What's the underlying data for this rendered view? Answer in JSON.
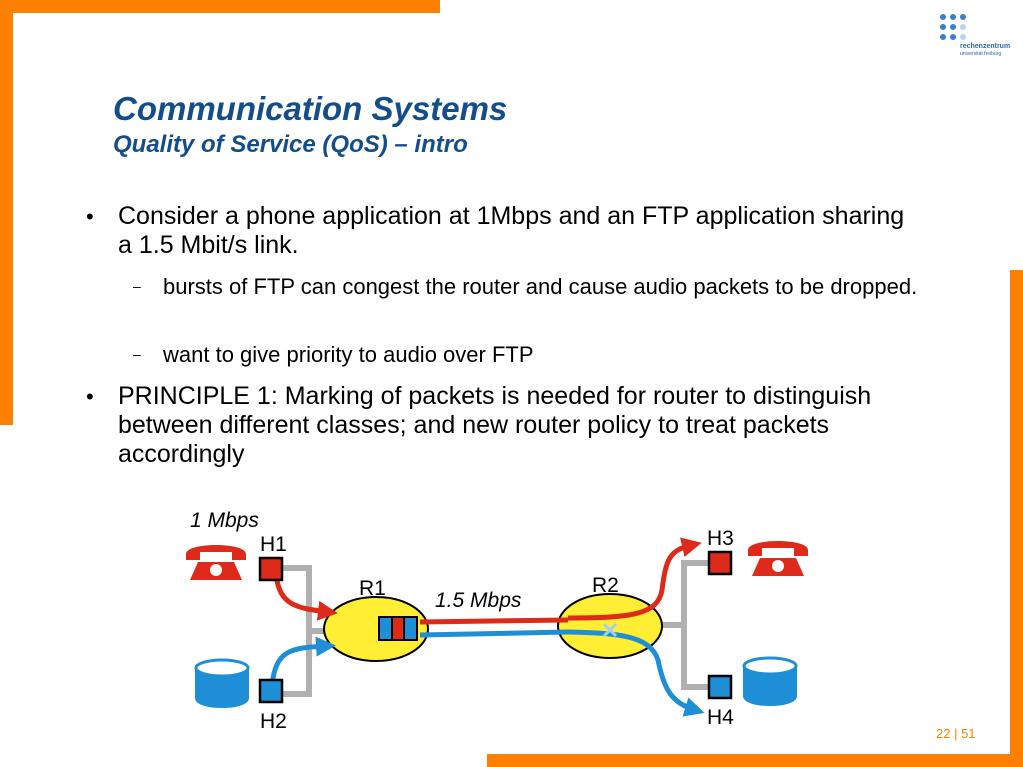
{
  "slide": {
    "title": "Communication Systems",
    "subtitle": "Quality of Service (QoS) – intro"
  },
  "logo": {
    "name": "rechenzentrum",
    "subtitle": "universität freiburg"
  },
  "bullets": [
    {
      "text": "Consider a phone application at 1Mbps and an FTP application sharing a 1.5 Mbit/s link."
    },
    {
      "text": "PRINCIPLE 1: Marking of packets is needed for router to distinguish between different classes; and new router policy to treat packets accordingly"
    }
  ],
  "sub_bullets": [
    {
      "text": "bursts of FTP can congest the router and cause audio packets to be dropped."
    },
    {
      "text": "want to give priority to audio over FTP"
    }
  ],
  "diagram": {
    "rate_host": "1 Mbps",
    "rate_link": "1.5 Mbps",
    "router_1": "R1",
    "router_2": "R2",
    "host_1": "H1",
    "host_2": "H2",
    "host_3": "H3",
    "host_4": "H4",
    "colors": {
      "audio": "#dd2a1b",
      "ftp": "#1e8fd6",
      "router": "#ffee33",
      "wire": "#b0b0b0"
    }
  },
  "footer": {
    "page_current": "22",
    "page_separator": " | ",
    "page_total": "51"
  }
}
